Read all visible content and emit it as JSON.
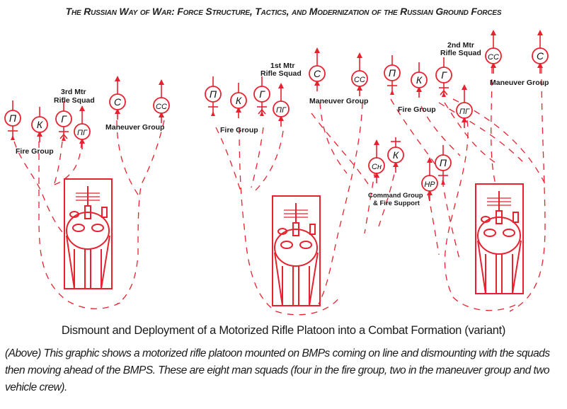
{
  "header": {
    "title": "The Russian Way of War: Force Structure, Tactics, and Modernization of the Russian Ground Forces"
  },
  "colors": {
    "symbol_red": "#e8212e",
    "text": "#1a1a1a",
    "background": "#ffffff"
  },
  "diagram": {
    "squads": [
      {
        "label": "3rd Mtr Rifle Squad",
        "label_line1": "3rd Mtr",
        "label_line2": "Rifle Squad",
        "fire_group_label": "Fire Group",
        "maneuver_group_label": "Maneuver Group",
        "fire_group_symbols": [
          "П",
          "К",
          "Г",
          "ПГ"
        ],
        "maneuver_group_symbols": [
          "С",
          "СС"
        ],
        "vehicle": "BMP"
      },
      {
        "label": "1st Mtr Rifle Squad",
        "label_line1": "1st Mtr",
        "label_line2": "Rifle Squad",
        "fire_group_label": "Fire Group",
        "maneuver_group_label": "Maneuver Group",
        "fire_group_symbols": [
          "П",
          "К",
          "Г",
          "ПГ"
        ],
        "maneuver_group_symbols": [
          "С",
          "СС"
        ],
        "vehicle": "BMP"
      },
      {
        "label": "2nd Mtr Rifle Squad",
        "label_line1": "2nd Mtr",
        "label_line2": "Rifle Squad",
        "fire_group_label": "Fire Group",
        "maneuver_group_label": "Maneuver Group",
        "fire_group_symbols": [
          "П",
          "К",
          "Г",
          "ПГ"
        ],
        "maneuver_group_symbols": [
          "СС",
          "С"
        ],
        "vehicle": "BMP"
      }
    ],
    "command_group": {
      "label_line1": "Command Group",
      "label_line2": "& Fire Support",
      "symbols": [
        "Сн",
        "К",
        "НР",
        "П"
      ]
    }
  },
  "caption": {
    "title": "Dismount and Deployment of a Motorized Rifle Platoon into a Combat Formation (variant)",
    "body": "(Above) This graphic shows a motorized rifle platoon mounted on BMPs coming on line and dismounting with the squads then moving ahead of the BMPS.  These are eight man squads (four in the fire group, two in the maneuver group and two vehicle crew)."
  }
}
